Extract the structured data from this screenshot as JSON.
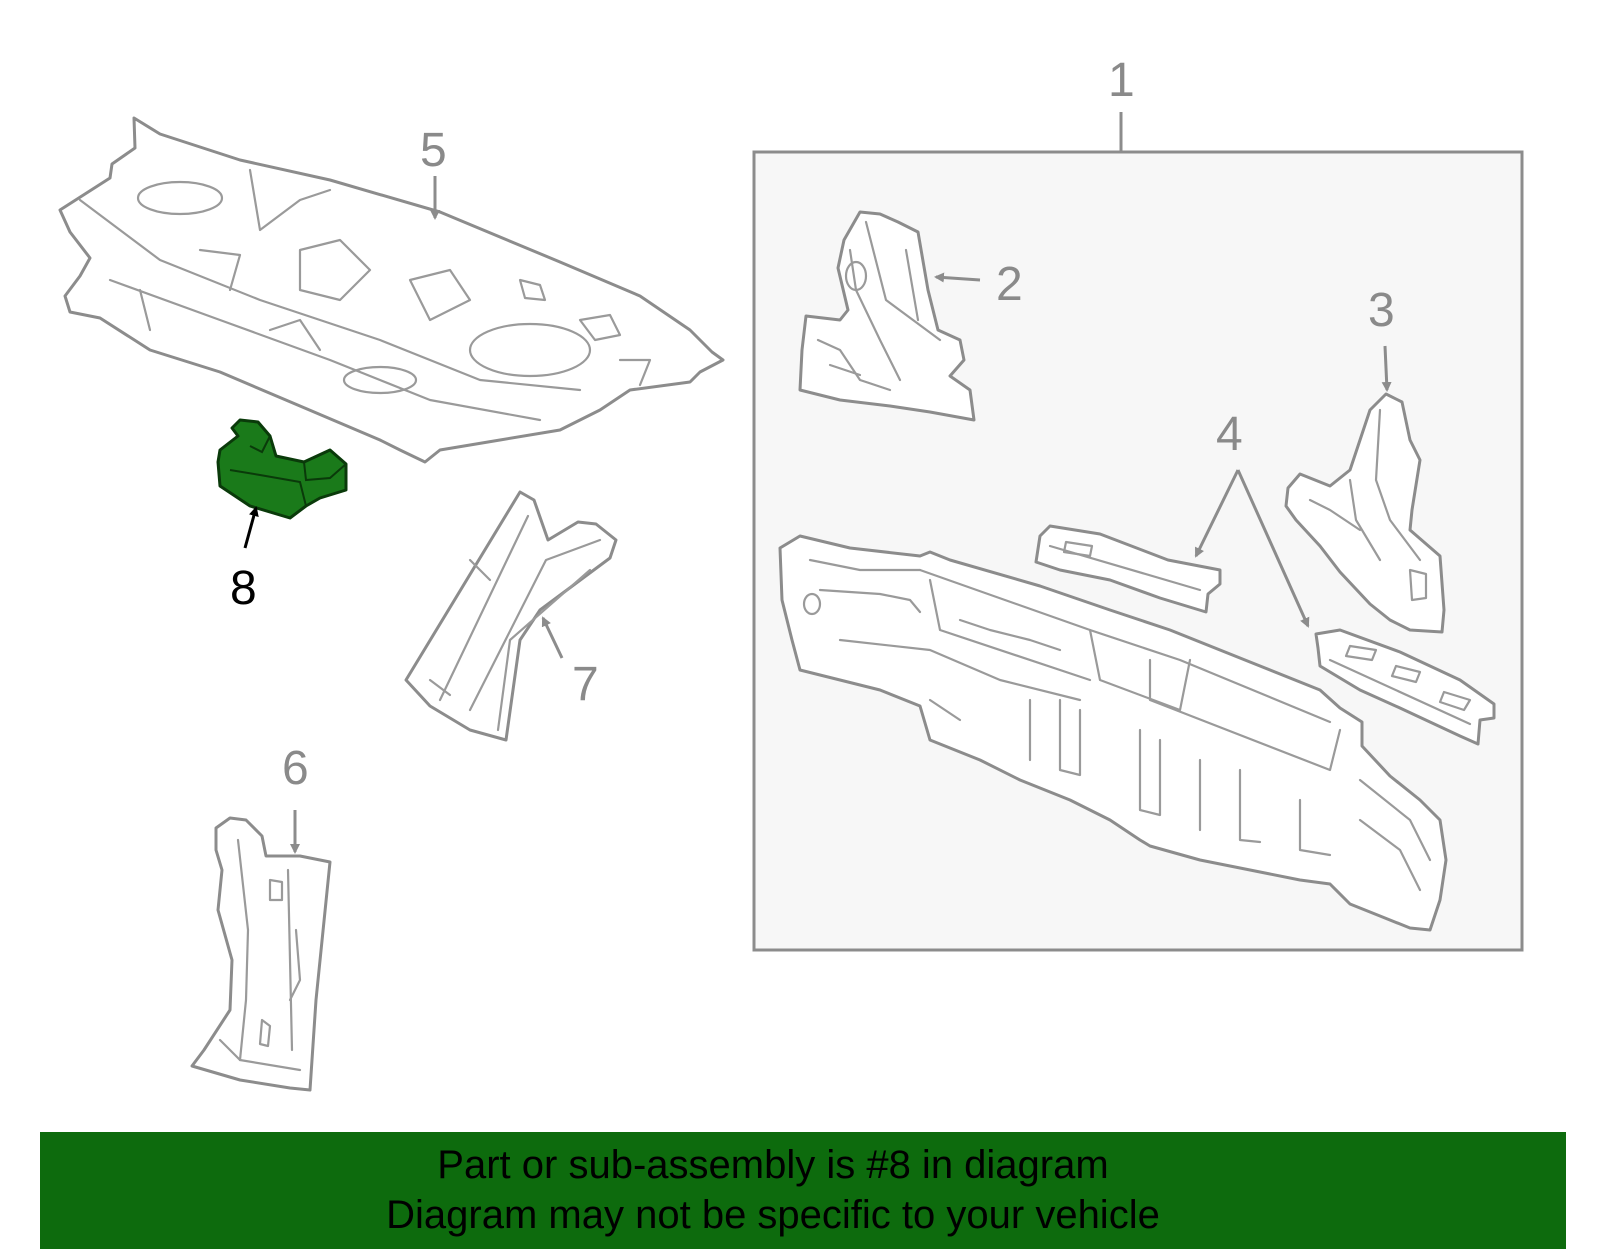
{
  "callouts": {
    "c1": "1",
    "c2": "2",
    "c3": "3",
    "c4": "4",
    "c5": "5",
    "c6": "6",
    "c7": "7",
    "c8": "8"
  },
  "banner": {
    "line1": "Part or sub-assembly is #8 in diagram",
    "line2": "Diagram may not be specific to your vehicle"
  },
  "colors": {
    "highlight_part": "#1a7a1a",
    "banner_bg": "#0d6b0d",
    "line_gray": "#8c8c8c"
  }
}
